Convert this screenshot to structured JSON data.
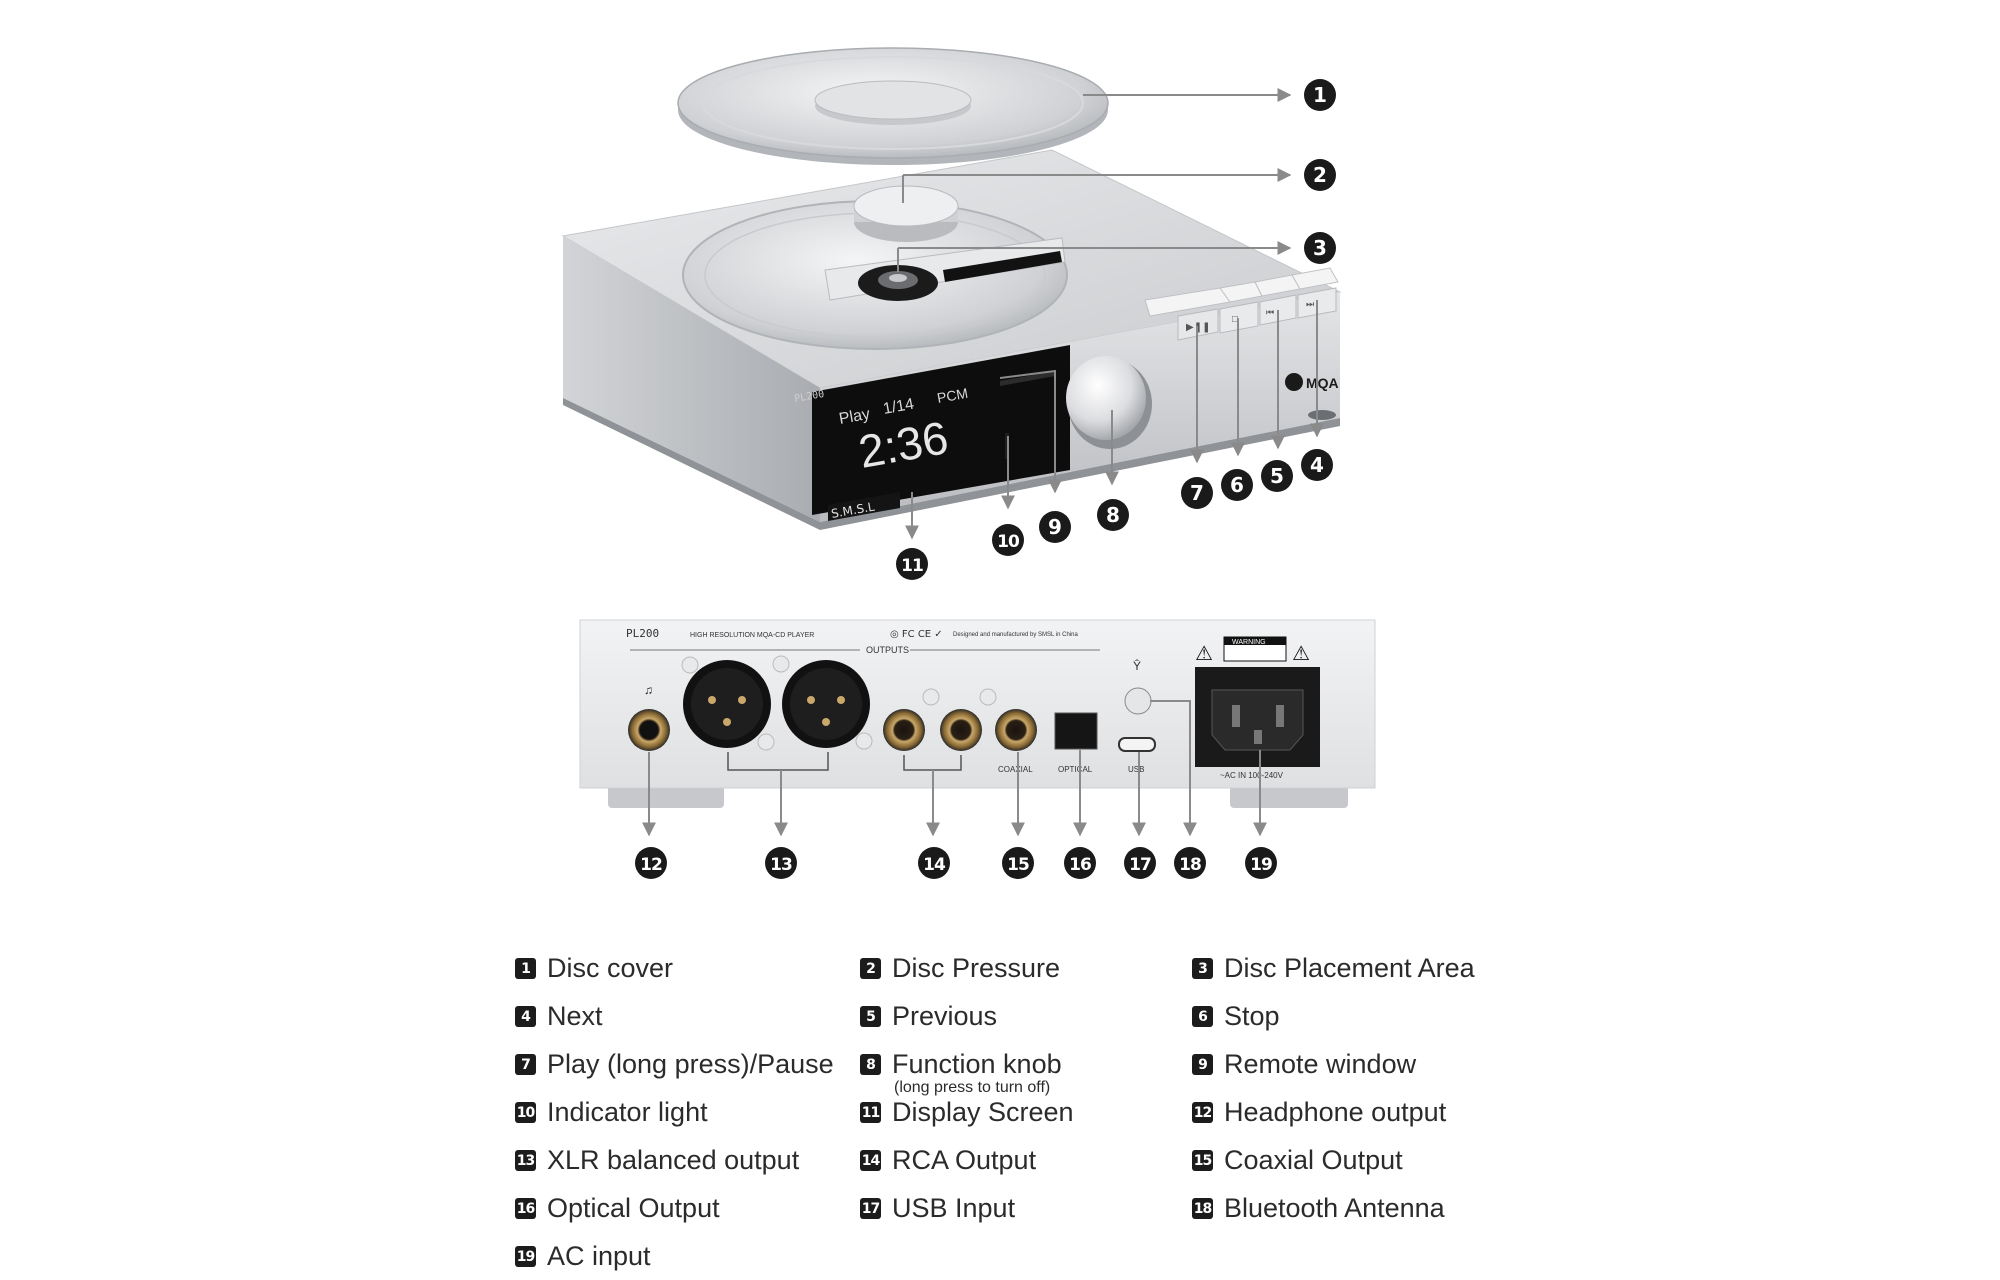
{
  "front_panel": {
    "model_badge": "PL200",
    "status": "Play",
    "track": "1/14",
    "format": "PCM",
    "time": "2:36",
    "brand": "S.M.S.L",
    "mqa_logo": "MQA",
    "button_icons": [
      "play-pause-icon",
      "stop-icon",
      "previous-icon",
      "next-icon"
    ]
  },
  "rear_panel": {
    "title": "PL200",
    "subtitle": "HIGH RESOLUTION MQA-CD PLAYER",
    "made_in": "Designed and manufactured by SMSL in China",
    "outputs_label": "OUTPUTS",
    "warning_label": "WARNING",
    "coaxial_label": "COAXIAL",
    "optical_label": "OPTICAL",
    "usb_label": "USB",
    "ac_label": "~AC IN 100-240V"
  },
  "callouts": [
    "1",
    "2",
    "3",
    "4",
    "5",
    "6",
    "7",
    "8",
    "9",
    "10",
    "11",
    "12",
    "13",
    "14",
    "15",
    "16",
    "17",
    "18",
    "19"
  ],
  "legend": [
    {
      "num": "1",
      "label": "Disc cover"
    },
    {
      "num": "2",
      "label": "Disc Pressure"
    },
    {
      "num": "3",
      "label": "Disc Placement Area"
    },
    {
      "num": "4",
      "label": "Next"
    },
    {
      "num": "5",
      "label": "Previous"
    },
    {
      "num": "6",
      "label": "Stop"
    },
    {
      "num": "7",
      "label": "Play (long press)/Pause"
    },
    {
      "num": "8",
      "label": "Function knob",
      "sub": "(long press to turn off)"
    },
    {
      "num": "9",
      "label": "Remote window"
    },
    {
      "num": "10",
      "label": "Indicator light"
    },
    {
      "num": "11",
      "label": "Display Screen"
    },
    {
      "num": "12",
      "label": "Headphone output"
    },
    {
      "num": "13",
      "label": "XLR balanced output"
    },
    {
      "num": "14",
      "label": "RCA Output"
    },
    {
      "num": "15",
      "label": "Coaxial Output"
    },
    {
      "num": "16",
      "label": "Optical Output"
    },
    {
      "num": "17",
      "label": "USB Input"
    },
    {
      "num": "18",
      "label": "Bluetooth Antenna"
    },
    {
      "num": "19",
      "label": "AC input"
    }
  ],
  "colors": {
    "callout": "#1a1a1a",
    "arrow": "#8a8a8a",
    "silver": "#d9dbdd",
    "screen": "#0d0d0d"
  }
}
